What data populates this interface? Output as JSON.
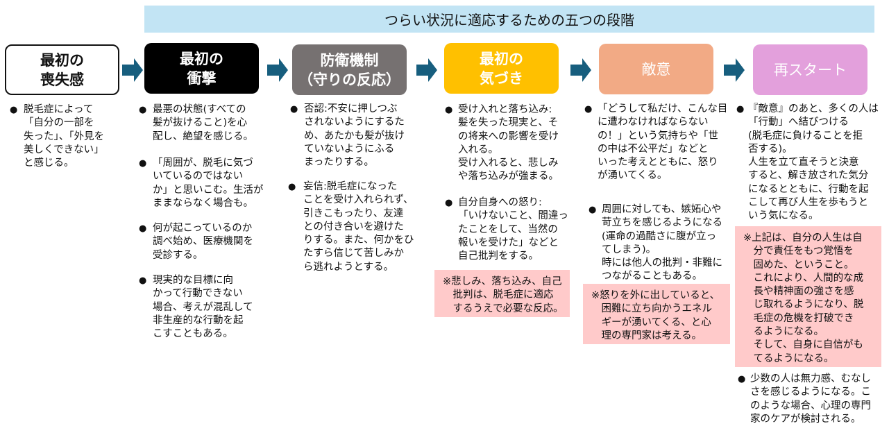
{
  "title": "つらい状況に適応するための五つの段階",
  "colors": {
    "title_bg": "#C2E4F4",
    "arrow": "#175E7E",
    "stage1": "#FFFFFF",
    "stage2": "#000000",
    "stage3": "#767171",
    "stage4": "#FFC000",
    "stage5": "#F2AA85",
    "stage6": "#E3A0DC",
    "note_bg": "#FFCACA"
  },
  "stages": [
    {
      "label": "最初の\n喪失感"
    },
    {
      "label": "最初の\n衝撃"
    },
    {
      "label": "防衛機制\n（守りの反応）"
    },
    {
      "label": "最初の\n気づき"
    },
    {
      "label": "敵意"
    },
    {
      "label": "再スタート"
    }
  ],
  "columns": [
    {
      "items": [
        "脱毛症によって\n「自分の一部を\n失った」、「外見を\n美しくできない」\nと感じる。"
      ]
    },
    {
      "items": [
        "最悪の状態(すべての\n髪が抜けること)を心\n配し、絶望を感じる。",
        "「周囲が、脱毛に気づ\nいているのではない\nか」と思いこむ。生活が\nままならなく場合も。",
        "何が起こっているのか\n調べ始め、医療機関を\n受診する。",
        "現実的な目標に向\nかって行動できない\n場合、考えが混乱して\n非生産的な行動を起\nこすこともある。"
      ]
    },
    {
      "items": [
        "否認:不安に押しつぶ\nされないようにするた\nめ、あたかも髪が抜け\nていないようにふる\nまったりする。",
        "妄信:脱毛症になった\nことを受け入れられず、\n引きこもったり、友達\nとの付き合いを避けた\nりする。また、何かをひ\nたすら信じて苦しみか\nら逃れようとする。"
      ]
    },
    {
      "items": [
        "受け入れと落ち込み:\n髪を失った現実と、そ\nの将来への影響を受け\n入れる。\n受け入れると、悲しみ\nや落ち込みが強まる。",
        "自分自身への怒り:\n「いけないこと、間違っ\nたことをして、当然の\n報いを受けた」などと\n自己批判をする。"
      ],
      "note": "※悲しみ、落ち込み、自己\n　批判は、脱毛症に適応\n　するうえで必要な反応。"
    },
    {
      "items": [
        "「どうして私だけ、こんな目\nに遭わなければならない\nの！」という気持ちや「世\nの中は不公平だ」などと\nいった考えとともに、怒り\nが湧いてくる。",
        "周囲に対しても、嫉妬心や\n苛立ちを感じるようになる\n(運命の過酷さに腹が立っ\nてしまう)。\n時には他人の批判・非難に\nつながることもある。"
      ],
      "note": "※怒りを外に出していると、\n　困難に立ち向かうエネル\n　ギーが湧いてくる、と心\n　理の専門家は考える。"
    },
    {
      "items": [
        "『敵意』のあと、多くの人は\n「行動」へ結びつける\n(脱毛症に負けることを拒\n否する)。\n人生を立て直そうと決意\nすると、解き放された気分\nになるとともに、行動を起\nこして再び人生を歩もうと\nいう気になる。",
        "少数の人は無力感、むなし\nさを感じるようになる。こ\nのような場合、心理の専門\n家のケアが検討される。"
      ],
      "note": "※上記は、自分の人生は自\n　分で責任をもつ覚悟を\n　固めた、ということ。\n　これにより、人間的な成\n　長や精神面の強さを感\n　じ取れるようになり、脱\n　毛症の危機を打破でき\n　るようになる。\n　そして、自身に自信がも\n　てるようになる。"
    }
  ]
}
